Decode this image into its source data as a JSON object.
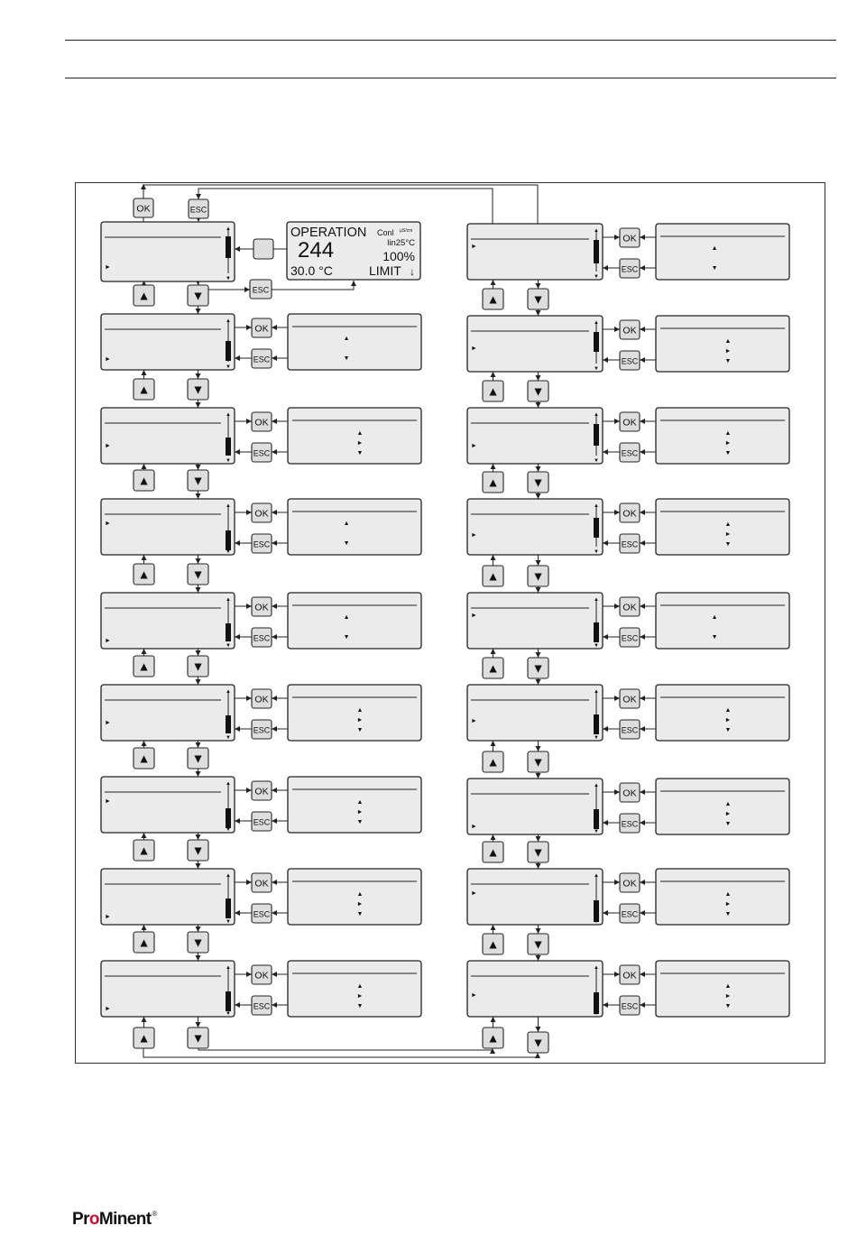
{
  "header": {},
  "keys": {
    "ok": "OK",
    "esc": "ESC"
  },
  "display": {
    "mode": "OPERATION",
    "measurand": "Conl",
    "unit": "µS/cm",
    "comp": "lin25°C",
    "value": "244",
    "output": "100%",
    "temp": "30.0 °C",
    "status": "LIMIT",
    "status_arrow": "↓"
  },
  "glyphs": {
    "up": "▲",
    "down": "▼",
    "right": "►"
  },
  "logo": {
    "pro": "Pr",
    "o": "o",
    "minent": "Minent",
    "mark": "®"
  },
  "colors": {
    "accent": "#c8102e",
    "panel": "#ebebeb",
    "key": "#dedede"
  }
}
